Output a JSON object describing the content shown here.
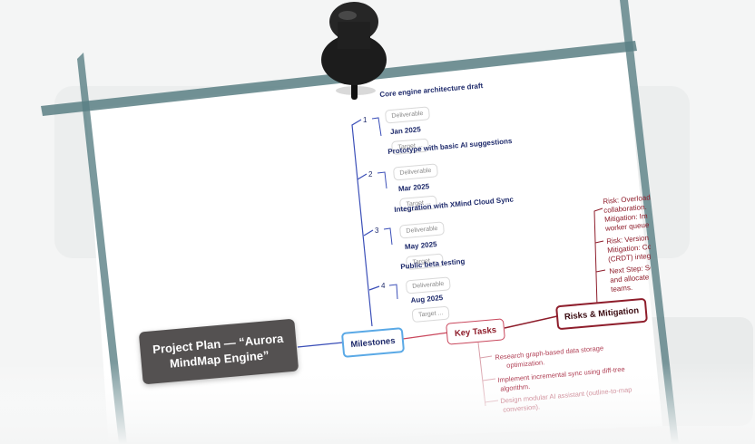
{
  "central": {
    "line1": "Project Plan — “Aurora",
    "line2": "MindMap Engine”"
  },
  "milestones": {
    "label": "Milestones",
    "items": [
      {
        "num": "1",
        "title": "Core engine architecture draft",
        "chip": "Deliverable",
        "date": "Jan 2025",
        "target": "Target ..."
      },
      {
        "num": "2",
        "title": "Prototype with basic AI suggestions",
        "chip": "Deliverable",
        "date": "Mar 2025",
        "target": "Target ..."
      },
      {
        "num": "3",
        "title": "Integration with XMind Cloud Sync",
        "chip": "Deliverable",
        "date": "May 2025",
        "target": "Target ..."
      },
      {
        "num": "4",
        "title": "Public beta testing",
        "chip": "Deliverable",
        "date": "Aug 2025",
        "target": "Target ..."
      }
    ]
  },
  "key_tasks": {
    "label": "Key Tasks",
    "items": [
      {
        "line1": "Research graph-based data storage",
        "line2": "optimization."
      },
      {
        "line1": "Implement incremental sync using diff-tree",
        "line2": "algorithm."
      },
      {
        "line1": "Design modular AI assistant (outline-to-map",
        "line2": "conversion)."
      }
    ]
  },
  "risks": {
    "label": "Risks & Mitigation",
    "items": [
      {
        "lines": [
          "Risk: Overload",
          "collaboration.",
          "Mitigation: Im",
          "worker queue"
        ]
      },
      {
        "lines": [
          "Risk: Version c",
          "Mitigation: Co",
          "(CRDT) integr"
        ]
      },
      {
        "lines": [
          "Next Step: Sch",
          "and allocate t",
          "teams."
        ]
      }
    ]
  },
  "colors": {
    "central_bg": "#545151",
    "milestone_line": "#3b4fb8",
    "milestone_border": "#5aa9e6",
    "task_line": "#c9475c",
    "risk_line": "#8e1d2b",
    "tape": "#5a7f84"
  },
  "icons": [
    "pushpin-icon"
  ]
}
